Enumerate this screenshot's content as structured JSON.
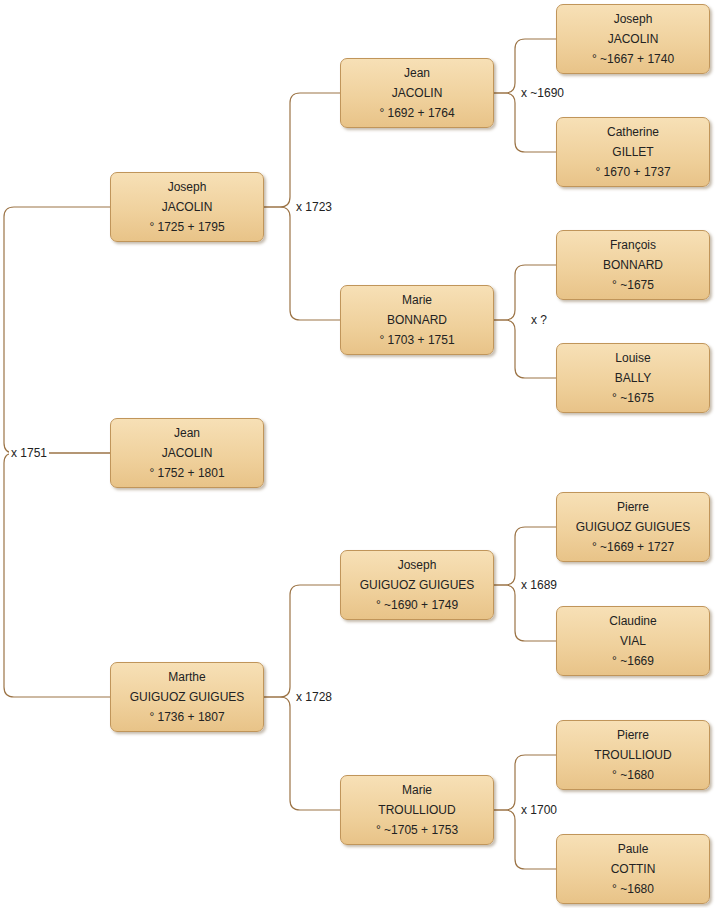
{
  "diagram": {
    "nodes": [
      {
        "text": [
          "Joseph",
          "JACOLIN",
          "° ~1667 + 1740"
        ]
      },
      {
        "text": [
          "Jean",
          "JACOLIN",
          "° 1692 + 1764"
        ]
      },
      {
        "text": [
          "Catherine",
          "GILLET",
          "° 1670 + 1737"
        ]
      },
      {
        "text": [
          "Joseph",
          "JACOLIN",
          "° 1725 + 1795"
        ]
      },
      {
        "text": [
          "François",
          "BONNARD",
          "° ~1675"
        ]
      },
      {
        "text": [
          "Marie",
          "BONNARD",
          "° 1703 + 1751"
        ]
      },
      {
        "text": [
          "Louise",
          "BALLY",
          "° ~1675"
        ]
      },
      {
        "text": [
          "Jean",
          "JACOLIN",
          "° 1752 + 1801"
        ]
      },
      {
        "text": [
          "Pierre",
          "GUIGUOZ GUIGUES",
          "° ~1669 + 1727"
        ]
      },
      {
        "text": [
          "Joseph",
          "GUIGUOZ GUIGUES",
          "° ~1690 + 1749"
        ]
      },
      {
        "text": [
          "Claudine",
          "VIAL",
          "° ~1669"
        ]
      },
      {
        "text": [
          "Marthe",
          "GUIGUOZ GUIGUES",
          "° 1736 + 1807"
        ]
      },
      {
        "text": [
          "Pierre",
          "TROULLIOUD",
          "° ~1680"
        ]
      },
      {
        "text": [
          "Marie",
          "TROULLIOUD",
          "° ~1705 + 1753"
        ]
      },
      {
        "text": [
          "Paule",
          "COTTIN",
          "° ~1680"
        ]
      }
    ],
    "edges": [
      {
        "from": 7,
        "to": 3,
        "arrow": "none",
        "label": "x 1751"
      },
      {
        "from": 7,
        "to": 11,
        "arrow": "none"
      },
      {
        "from": 3,
        "to": 1,
        "arrow": "none",
        "label": "x 1723"
      },
      {
        "from": 3,
        "to": 5,
        "arrow": "none"
      },
      {
        "from": 1,
        "to": 0,
        "arrow": "none",
        "label": "x ~1690"
      },
      {
        "from": 1,
        "to": 2,
        "arrow": "none"
      },
      {
        "from": 5,
        "to": 4,
        "arrow": "none",
        "label": "x ?"
      },
      {
        "from": 5,
        "to": 6,
        "arrow": "none"
      },
      {
        "from": 11,
        "to": 9,
        "arrow": "none",
        "label": "x 1728"
      },
      {
        "from": 11,
        "to": 13,
        "arrow": "none"
      },
      {
        "from": 9,
        "to": 8,
        "arrow": "none",
        "label": "x 1689"
      },
      {
        "from": 9,
        "to": 10,
        "arrow": "none"
      },
      {
        "from": 13,
        "to": 12,
        "arrow": "none",
        "label": "x 1700"
      },
      {
        "from": 13,
        "to": 14,
        "arrow": "none"
      }
    ]
  }
}
